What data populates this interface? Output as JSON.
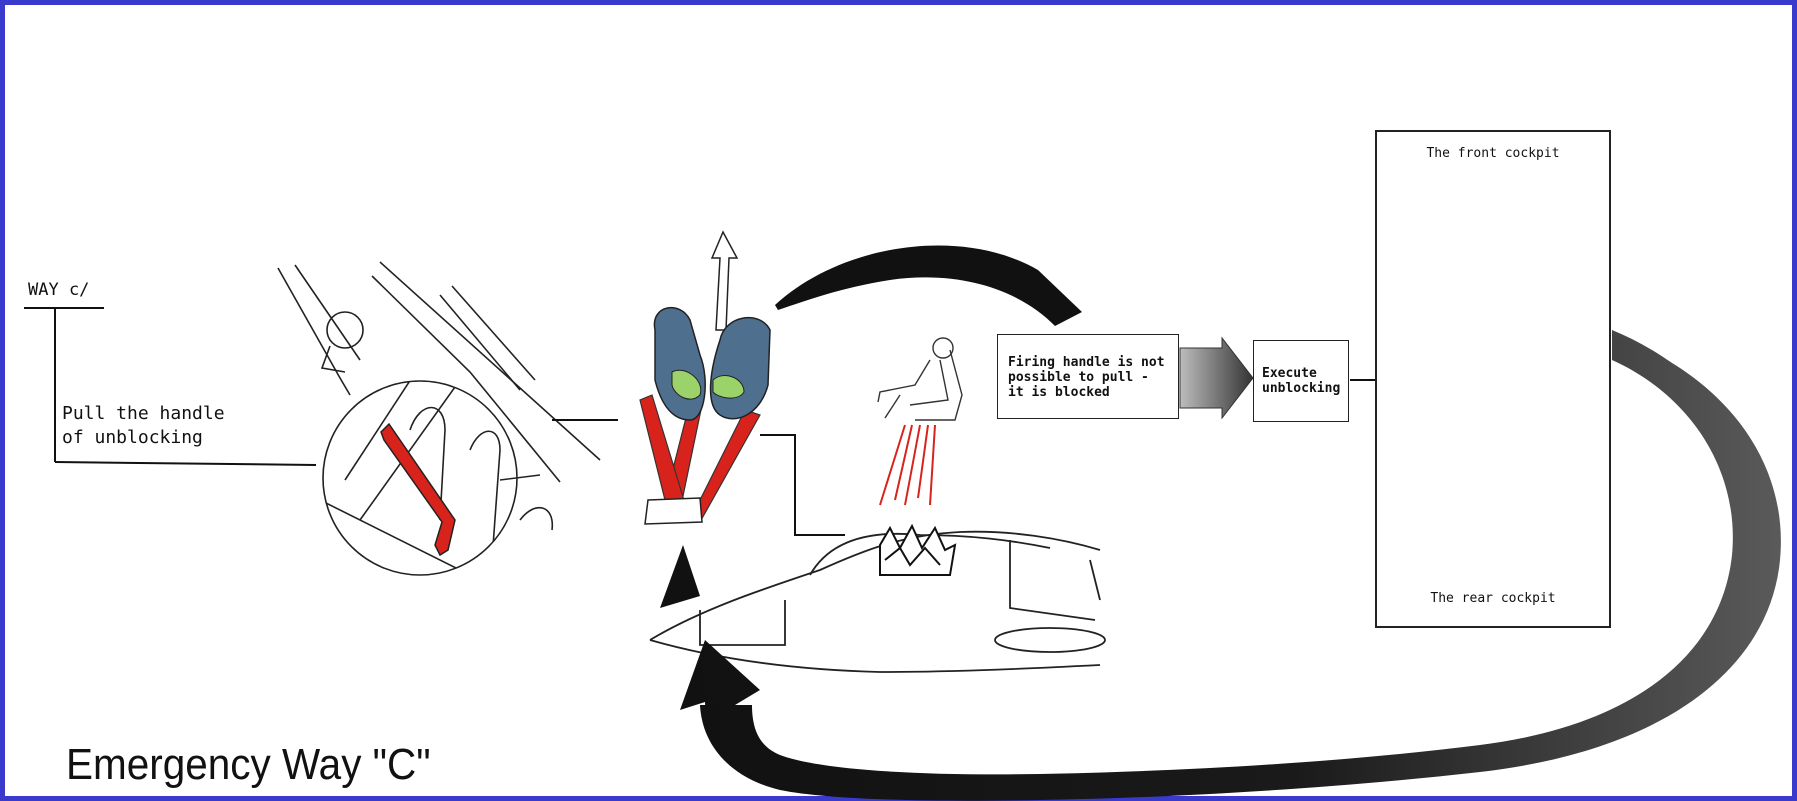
{
  "way_label": "WAY c/",
  "pull_label": "Pull the handle\nof unblocking",
  "firing_box_text": "Firing handle is not\npossible to pull -\nit is blocked",
  "execute_box_text": "Execute\nunblocking",
  "front_cockpit_label": "The front cockpit",
  "rear_cockpit_label": "The rear cockpit",
  "footer_title": "Emergency Way  \"C\"",
  "colors": {
    "frame_border": "#3a3acc",
    "handle_red": "#d8231c",
    "glove_blue": "#4f6f8f",
    "glove_green": "#9bd36a",
    "cockpit_highlight_green": "#6ed36e",
    "arrow_black": "#111111"
  }
}
